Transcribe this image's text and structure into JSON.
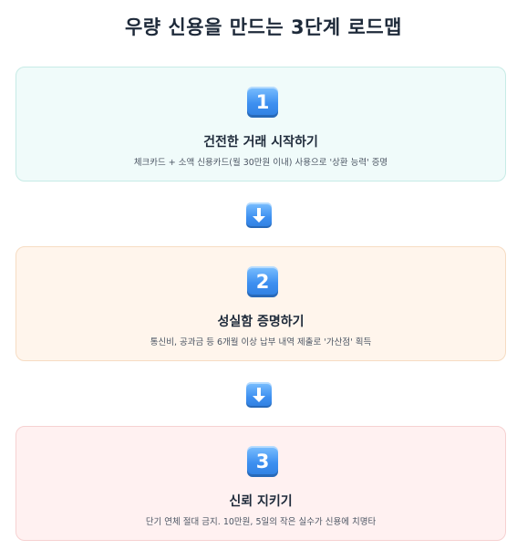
{
  "title": "우량 신용을 만드는 3단계 로드맵",
  "steps": [
    {
      "number": "1",
      "title": "건전한 거래 시작하기",
      "description": "체크카드 + 소액 신용카드(월 30만원 이내) 사용으로 '상환 능력' 증명"
    },
    {
      "number": "2",
      "title": "성실함 증명하기",
      "description": "통신비, 공과금 등 6개월 이상 납부 내역 제출로 '가산점' 획득"
    },
    {
      "number": "3",
      "title": "신뢰 지키기",
      "description": "단기 연체 절대 금지. 10만원, 5일의 작은 실수가 신용에 치명타"
    }
  ],
  "icons": {
    "badge": "keycap-number-icon",
    "arrow": "down-arrow-icon"
  },
  "colors": {
    "step1_bg": "#f0fbfa",
    "step2_bg": "#fff5ec",
    "step3_bg": "#fff1f1",
    "accent": "#3d8ff0"
  }
}
